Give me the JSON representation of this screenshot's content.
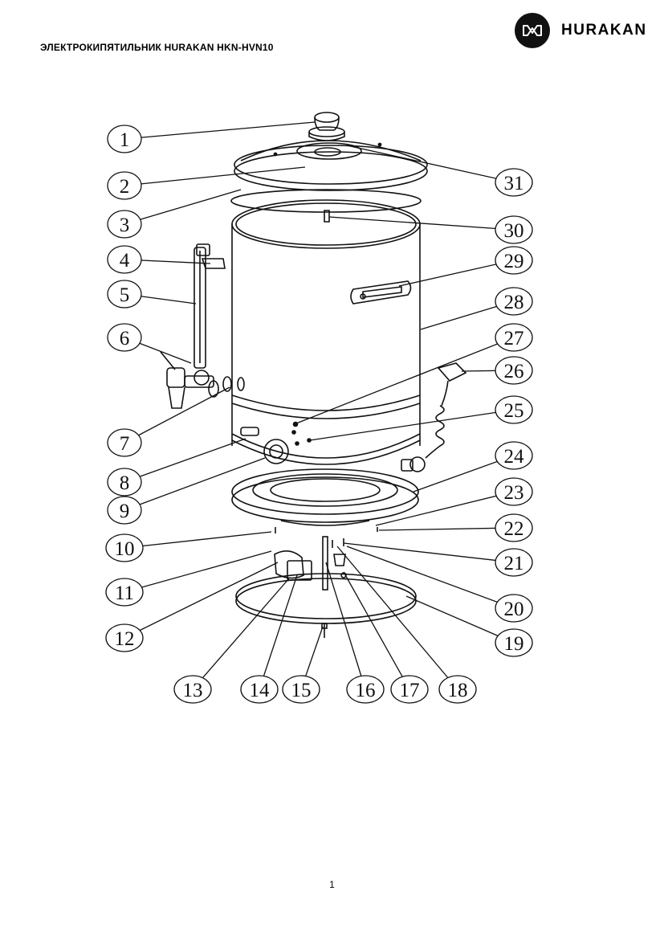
{
  "header": {
    "title": "ЭЛЕКТРОКИПЯТИЛЬНИК HURAKAN HKN-HVN10",
    "brand_name": "HURAKAN",
    "brand_logo_icon": "hurakan-logo-icon"
  },
  "diagram": {
    "type": "exploded-parts-view",
    "callouts": [
      "1",
      "2",
      "3",
      "4",
      "5",
      "6",
      "7",
      "8",
      "9",
      "10",
      "11",
      "12",
      "13",
      "14",
      "15",
      "16",
      "17",
      "18",
      "19",
      "20",
      "21",
      "22",
      "23",
      "24",
      "25",
      "26",
      "27",
      "28",
      "29",
      "30",
      "31"
    ]
  },
  "footer": {
    "page_number": "1"
  }
}
